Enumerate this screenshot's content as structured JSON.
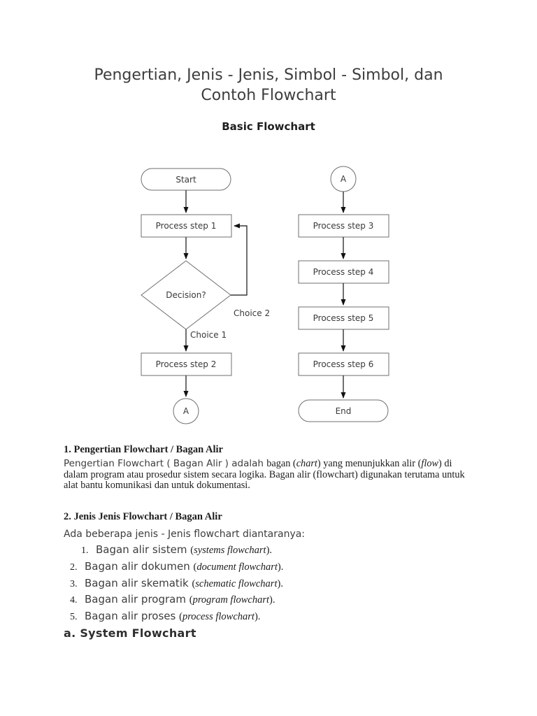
{
  "title": {
    "line1": "Pengertian, Jenis - Jenis, Simbol - Simbol, dan",
    "line2": "Contoh Flowchart"
  },
  "subtitle": "Basic Flowchart",
  "flowchart": {
    "start": "Start",
    "process_step_1": "Process step 1",
    "decision": "Decision?",
    "choice_1": "Choice 1",
    "choice_2": "Choice 2",
    "process_step_2": "Process step 2",
    "connector_left": "A",
    "connector_right": "A",
    "process_step_3": "Process step 3",
    "process_step_4": "Process step 4",
    "process_step_5": "Process step 5",
    "process_step_6": "Process step 6",
    "end": "End"
  },
  "section1": {
    "heading": "1. Pengertian Flowchart / Bagan Alir",
    "para": {
      "sans_lead": "Pengertian Flowchart ( Bagan Alir ) adalah ",
      "serif1": "bagan (",
      "italic1": "chart",
      "serif2": ") yang menunjukkan alir (",
      "italic2": "flow",
      "serif3": ") di dalam program atau prosedur sistem secara logika. Bagan alir (flowchart) digunakan terutama untuk alat bantu komunikasi dan untuk dokumentasi."
    }
  },
  "section2": {
    "heading": "2. Jenis Jenis Flowchart / Bagan Alir",
    "intro": "Ada beberapa jenis - Jenis flowchart diantaranya:",
    "items": [
      {
        "num": "1.",
        "text": "Bagan alir sistem ",
        "open": "(",
        "italic": "systems flowchart",
        "close": ")."
      },
      {
        "num": "2.",
        "text": "Bagan alir dokumen ",
        "open": "(",
        "italic": "document flowchart",
        "close": ")."
      },
      {
        "num": "3.",
        "text": "Bagan alir skematik ",
        "open": "(",
        "italic": "schematic flowchart",
        "close": ")."
      },
      {
        "num": "4.",
        "text": "Bagan alir program ",
        "open": "(",
        "italic": "program flowchart",
        "close": ")."
      },
      {
        "num": "5.",
        "text": "Bagan alir proses ",
        "open": "(",
        "italic": "process flowchart",
        "close": ")."
      }
    ]
  },
  "footer_heading": "a. System Flowchart",
  "colors": {
    "page_background": "#ffffff",
    "shape_border": "#6f6f6f",
    "arrow": "#111111",
    "serif_text": "#1c1c1c",
    "sans_text": "#3d3d3d"
  }
}
